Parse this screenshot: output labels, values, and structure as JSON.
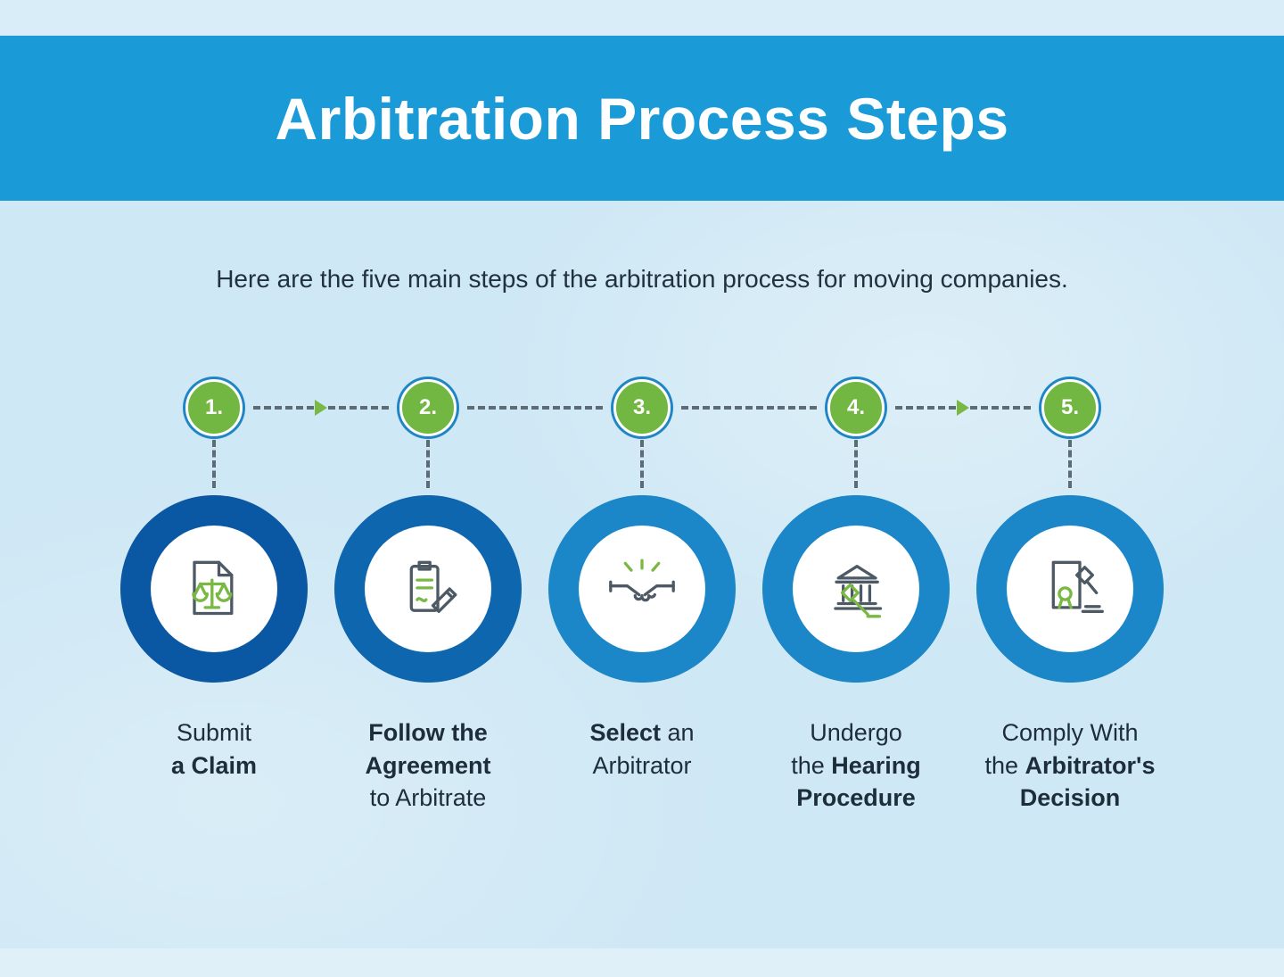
{
  "title": "Arbitration Process Steps",
  "intro": "Here are the five main steps of the arbitration process for moving companies.",
  "colors": {
    "header_band": "#1a9bd7",
    "background": "#cfe8f5",
    "top_strip": "#d9edf8",
    "bottom_strip": "#e0f0f9",
    "step_number_green": "#72b741",
    "connector_gray": "#5c6b75",
    "arrow_green": "#79b843",
    "icon_gray": "#4d5a65",
    "icon_green": "#79b843"
  },
  "steps": [
    {
      "number": "1.",
      "icon": "document-scales-icon",
      "ring_color": "#0a57a3",
      "caption": [
        [
          {
            "text": "Submit",
            "bold": false
          }
        ],
        [
          {
            "text": "a Claim",
            "bold": true
          }
        ]
      ]
    },
    {
      "number": "2.",
      "icon": "agreement-signing-icon",
      "ring_color": "#0d66ae",
      "caption": [
        [
          {
            "text": "Follow the",
            "bold": true
          }
        ],
        [
          {
            "text": "Agreement",
            "bold": true
          }
        ],
        [
          {
            "text": "to Arbitrate",
            "bold": false
          }
        ]
      ]
    },
    {
      "number": "3.",
      "icon": "handshake-icon",
      "ring_color": "#1b86c8",
      "caption": [
        [
          {
            "text": "Select",
            "bold": true
          },
          {
            "text": " an",
            "bold": false
          }
        ],
        [
          {
            "text": "Arbitrator",
            "bold": false
          }
        ]
      ]
    },
    {
      "number": "4.",
      "icon": "courthouse-gavel-icon",
      "ring_color": "#1b86c8",
      "caption": [
        [
          {
            "text": "Undergo",
            "bold": false
          }
        ],
        [
          {
            "text": "the ",
            "bold": false
          },
          {
            "text": "Hearing",
            "bold": true
          }
        ],
        [
          {
            "text": "Procedure",
            "bold": true
          }
        ]
      ]
    },
    {
      "number": "5.",
      "icon": "decision-gavel-icon",
      "ring_color": "#1b86c8",
      "caption": [
        [
          {
            "text": "Comply With",
            "bold": false
          }
        ],
        [
          {
            "text": "the ",
            "bold": false
          },
          {
            "text": "Arbitrator's",
            "bold": true
          }
        ],
        [
          {
            "text": "Decision",
            "bold": true
          }
        ]
      ]
    }
  ]
}
